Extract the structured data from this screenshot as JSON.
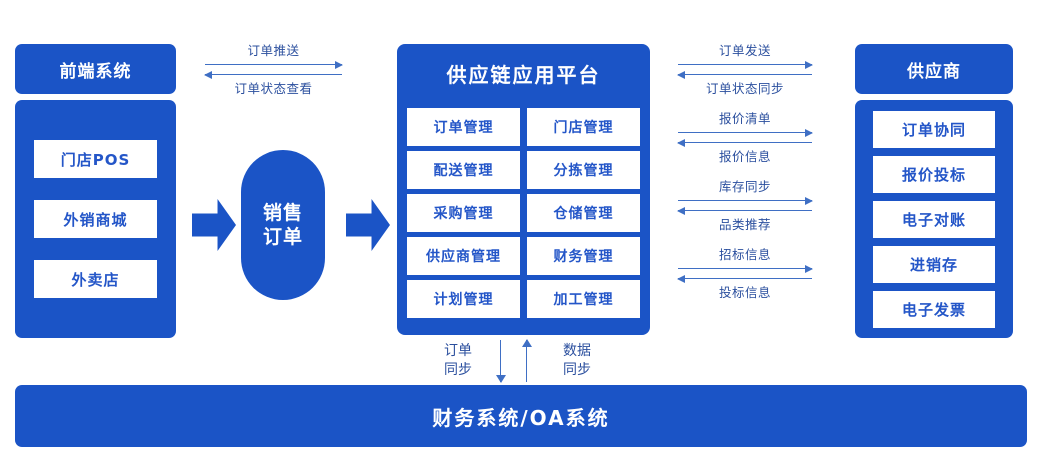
{
  "diagram": {
    "accent_blue": "#1b54c6",
    "chip_text_blue": "#2456c8",
    "arrow_blue": "#3f6fc4",
    "label_blue": "#2b4f9e"
  },
  "frontend": {
    "title": "前端系统",
    "items": [
      {
        "label": "门店POS"
      },
      {
        "label": "外销商城"
      },
      {
        "label": "外卖店"
      }
    ]
  },
  "sales_order": {
    "line1": "销售",
    "line2": "订单"
  },
  "platform": {
    "title": "供应链应用平台",
    "modules": [
      {
        "label": "订单管理"
      },
      {
        "label": "门店管理"
      },
      {
        "label": "配送管理"
      },
      {
        "label": "分拣管理"
      },
      {
        "label": "采购管理"
      },
      {
        "label": "仓储管理"
      },
      {
        "label": "供应商管理"
      },
      {
        "label": "财务管理"
      },
      {
        "label": "计划管理"
      },
      {
        "label": "加工管理"
      }
    ]
  },
  "supplier": {
    "title": "供应商",
    "items": [
      {
        "label": "订单协同"
      },
      {
        "label": "报价投标"
      },
      {
        "label": "电子对账"
      },
      {
        "label": "进销存"
      },
      {
        "label": "电子发票"
      }
    ]
  },
  "flows": {
    "frontend_platform": {
      "forward": "订单推送",
      "backward": "订单状态查看"
    },
    "platform_supplier": [
      {
        "forward": "订单发送",
        "backward": "订单状态同步"
      },
      {
        "forward": "报价清单",
        "backward": "报价信息"
      },
      {
        "forward": "库存同步",
        "backward": "品类推荐"
      },
      {
        "forward": "招标信息",
        "backward": "投标信息"
      }
    ],
    "vertical": {
      "down_line1": "订单",
      "down_line2": "同步",
      "up_line1": "数据",
      "up_line2": "同步"
    }
  },
  "bottom_bar": {
    "title": "财务系统/OA系统"
  }
}
